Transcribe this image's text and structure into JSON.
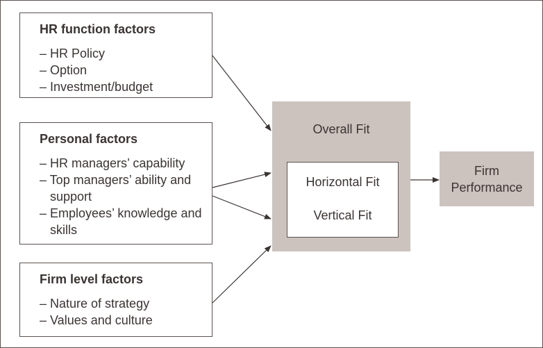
{
  "factors": [
    {
      "title": "HR function factors",
      "items": [
        "– HR Policy",
        "– Option",
        "– Investment/budget"
      ]
    },
    {
      "title": "Personal factors",
      "items": [
        "– HR managers’ capability",
        "– Top managers’ ability and support",
        "– Employees’ knowledge and skills"
      ]
    },
    {
      "title": "Firm level factors",
      "items": [
        "– Nature of strategy",
        "– Values and culture"
      ]
    }
  ],
  "fit": {
    "overall_label": "Overall Fit",
    "horizontal_label": "Horizontal Fit",
    "vertical_label": "Vertical Fit"
  },
  "outcome": {
    "line1": "Firm",
    "line2": "Performance"
  },
  "colors": {
    "fit_fill": "#ccc2be",
    "border": "#5a524f",
    "text": "#3a3432"
  }
}
